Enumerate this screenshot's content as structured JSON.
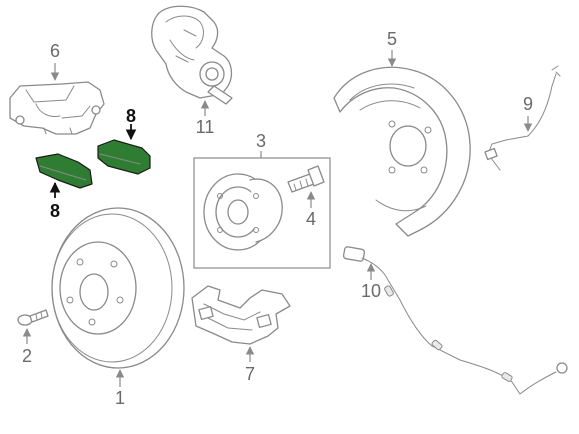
{
  "callouts": {
    "c1": "1",
    "c2": "2",
    "c3": "3",
    "c4": "4",
    "c5": "5",
    "c6": "6",
    "c7": "7",
    "c8_top": "8",
    "c8_bottom": "8",
    "c9": "9",
    "c10": "10",
    "c11": "11"
  },
  "colors": {
    "highlight_pad": "#2e7d32",
    "line_art": "#8a8a8a",
    "callout_text": "#6a6a6a",
    "highlight_text": "#111111"
  }
}
